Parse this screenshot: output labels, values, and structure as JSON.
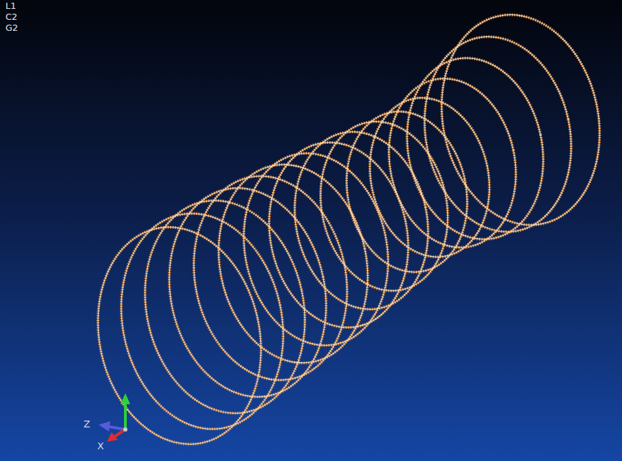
{
  "diagram": {
    "labels": [
      "L1",
      "C2",
      "G2",
      "Z",
      "X"
    ]
  }
}
